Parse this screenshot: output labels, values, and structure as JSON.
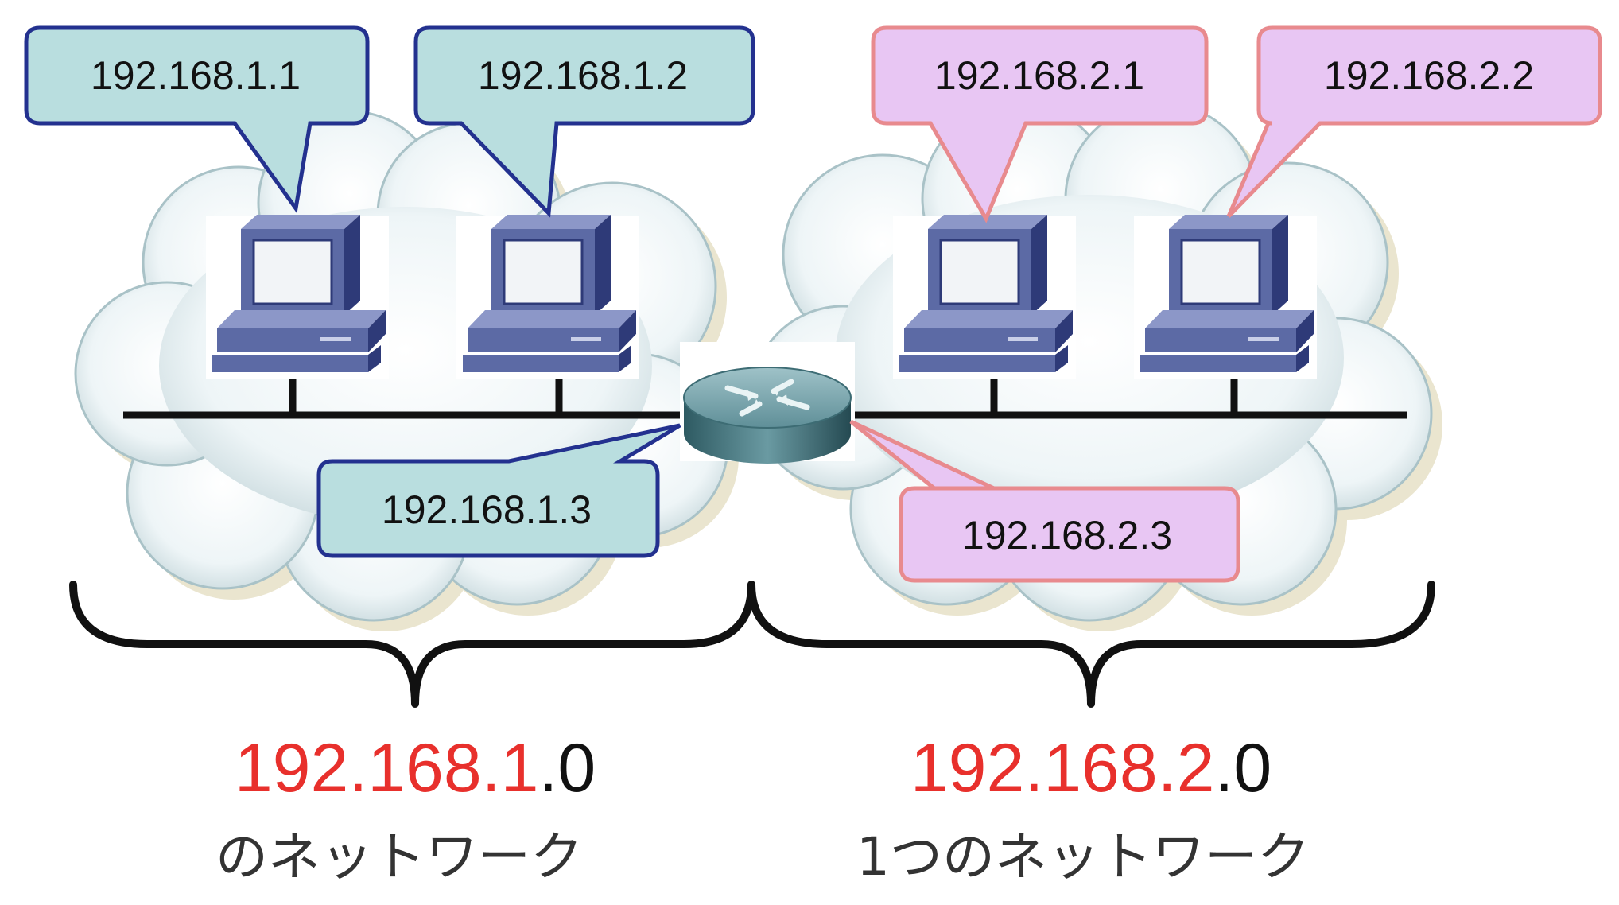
{
  "networks": [
    {
      "address_prefix": "192.168.1",
      "address_suffix": ".0",
      "caption": "のネットワーク",
      "bubble_fill": "#b9dedf",
      "bubble_stroke": "#23318f"
    },
    {
      "address_prefix": "192.168.2",
      "address_suffix": ".0",
      "caption": "1つのネットワーク",
      "bubble_fill": "#e8c6f3",
      "bubble_stroke": "#e88a8e"
    }
  ],
  "hosts": [
    {
      "ip": "192.168.1.1"
    },
    {
      "ip": "192.168.1.2"
    },
    {
      "ip": "192.168.2.1"
    },
    {
      "ip": "192.168.2.2"
    }
  ],
  "router": {
    "left_ip": "192.168.1.3",
    "right_ip": "192.168.2.3"
  },
  "colors": {
    "network_prefix": "#e8302c",
    "network_suffix": "#111111",
    "cable": "#111111",
    "brace": "#111111",
    "pc_body": "#5c6aa5",
    "pc_dark": "#2e3a78",
    "cloud": "#e8f2f4"
  }
}
